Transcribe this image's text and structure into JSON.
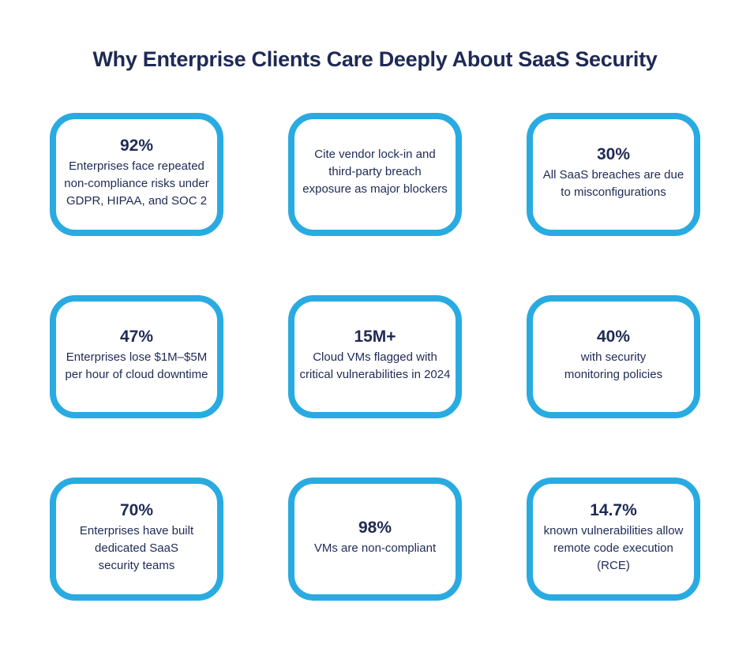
{
  "page": {
    "title": "Why Enterprise Clients Care Deeply About SaaS Security"
  },
  "theme": {
    "accent_blue": "#29ABE2",
    "text_navy": "#1E2A55",
    "background": "#FFFFFF"
  },
  "cards": [
    {
      "stat": "92%",
      "description": "Enterprises face repeated\nnon-compliance risks under\nGDPR, HIPAA, and SOC 2"
    },
    {
      "stat": "",
      "description": "Cite vendor lock-in and\nthird-party breach\nexposure as major blockers"
    },
    {
      "stat": "30%",
      "description": "All SaaS breaches are due\nto misconfigurations"
    },
    {
      "stat": "47%",
      "description": "Enterprises lose $1M–$5M\nper hour of cloud downtime"
    },
    {
      "stat": "15M+",
      "description": "Cloud VMs flagged with\ncritical vulnerabilities in 2024"
    },
    {
      "stat": "40%",
      "description": "with security\nmonitoring policies"
    },
    {
      "stat": "70%",
      "description": "Enterprises have built\ndedicated SaaS\nsecurity teams"
    },
    {
      "stat": "98%",
      "description": "VMs are non-compliant"
    },
    {
      "stat": "14.7%",
      "description": "known vulnerabilities allow\nremote code execution (RCE)"
    }
  ]
}
